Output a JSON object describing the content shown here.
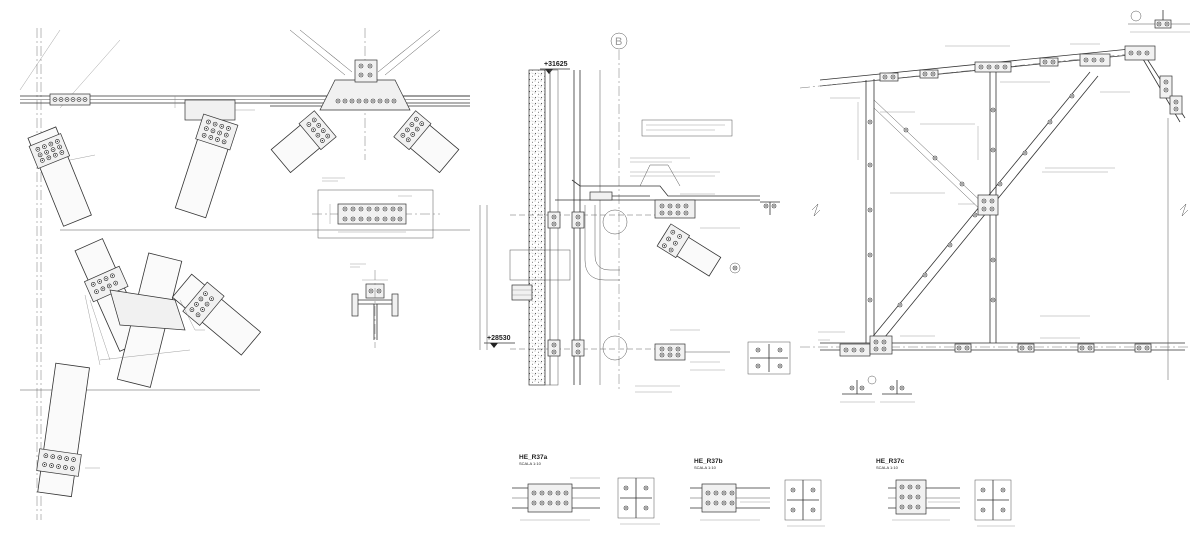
{
  "drawing": {
    "levels": {
      "top": "+31625",
      "bottom": "+28530"
    },
    "grid_axis": "B",
    "sections": [
      {
        "title": "HE_R37a",
        "scale": "SCALA 1:10"
      },
      {
        "title": "HE_R37b",
        "scale": "SCALA 1:10"
      },
      {
        "title": "HE_R37c",
        "scale": "SCALA 1:10"
      }
    ],
    "colors": {
      "line": "#333333",
      "background": "#ffffff"
    }
  }
}
